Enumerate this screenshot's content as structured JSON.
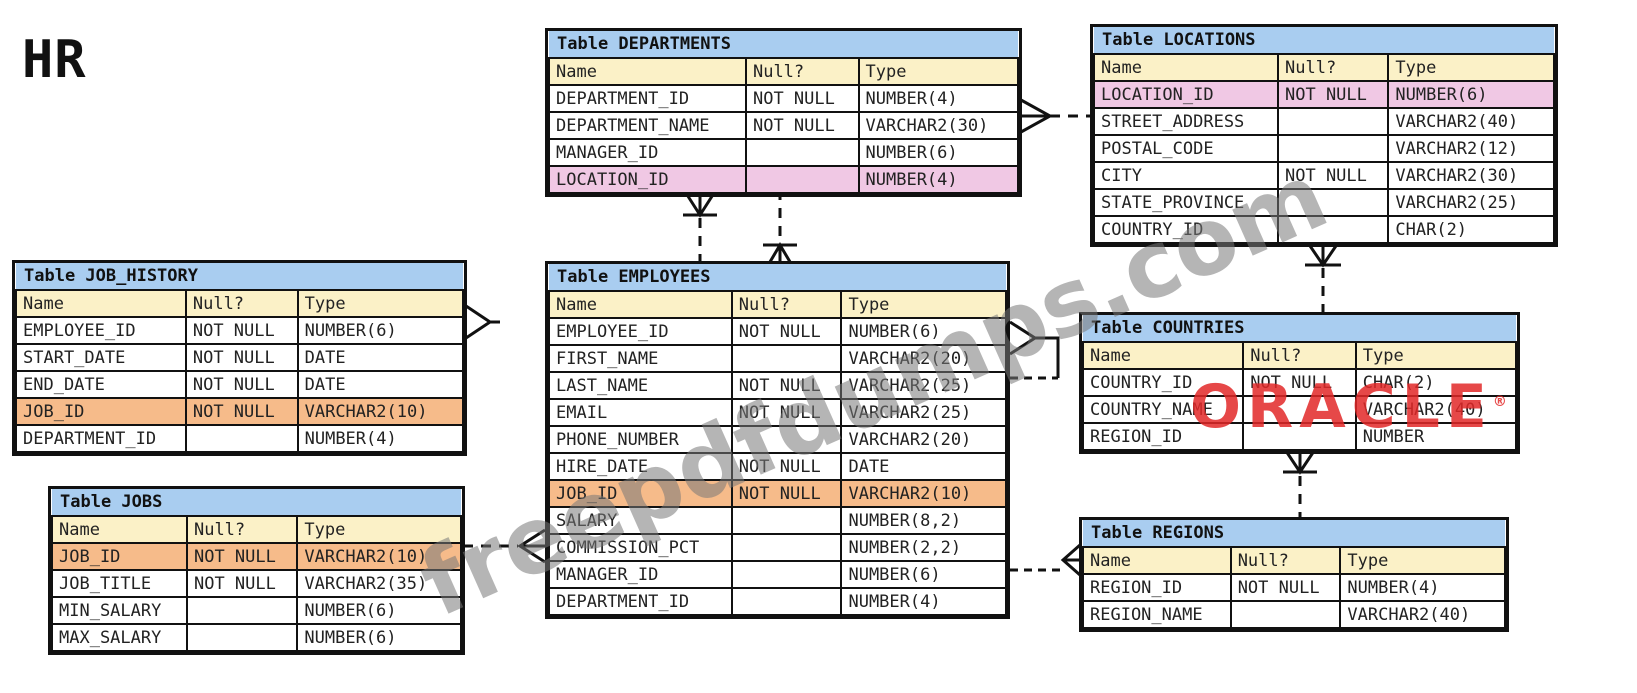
{
  "title": "HR",
  "columns": [
    "Name",
    "Null?",
    "Type"
  ],
  "tables": [
    {
      "id": "departments",
      "caption": "Table DEPARTMENTS",
      "rows": [
        {
          "name": "DEPARTMENT_ID",
          "null": "NOT NULL",
          "type": "NUMBER(4)",
          "hl": ""
        },
        {
          "name": "DEPARTMENT_NAME",
          "null": "NOT NULL",
          "type": "VARCHAR2(30)",
          "hl": ""
        },
        {
          "name": "MANAGER_ID",
          "null": "",
          "type": "NUMBER(6)",
          "hl": ""
        },
        {
          "name": "LOCATION_ID",
          "null": "",
          "type": "NUMBER(4)",
          "hl": "pink"
        }
      ]
    },
    {
      "id": "locations",
      "caption": "Table LOCATIONS",
      "rows": [
        {
          "name": "LOCATION_ID",
          "null": "NOT NULL",
          "type": "NUMBER(6)",
          "hl": "pink"
        },
        {
          "name": "STREET_ADDRESS",
          "null": "",
          "type": "VARCHAR2(40)",
          "hl": ""
        },
        {
          "name": "POSTAL_CODE",
          "null": "",
          "type": "VARCHAR2(12)",
          "hl": ""
        },
        {
          "name": "CITY",
          "null": "NOT NULL",
          "type": "VARCHAR2(30)",
          "hl": ""
        },
        {
          "name": "STATE_PROVINCE",
          "null": "",
          "type": "VARCHAR2(25)",
          "hl": ""
        },
        {
          "name": "COUNTRY_ID",
          "null": "",
          "type": "CHAR(2)",
          "hl": ""
        }
      ]
    },
    {
      "id": "job_history",
      "caption": "Table JOB_HISTORY",
      "rows": [
        {
          "name": "EMPLOYEE_ID",
          "null": "NOT NULL",
          "type": "NUMBER(6)",
          "hl": ""
        },
        {
          "name": "START_DATE",
          "null": "NOT NULL",
          "type": "DATE",
          "hl": ""
        },
        {
          "name": "END_DATE",
          "null": "NOT NULL",
          "type": "DATE",
          "hl": ""
        },
        {
          "name": "JOB_ID",
          "null": "NOT NULL",
          "type": "VARCHAR2(10)",
          "hl": "orange"
        },
        {
          "name": "DEPARTMENT_ID",
          "null": "",
          "type": "NUMBER(4)",
          "hl": ""
        }
      ]
    },
    {
      "id": "employees",
      "caption": "Table EMPLOYEES",
      "rows": [
        {
          "name": "EMPLOYEE_ID",
          "null": "NOT NULL",
          "type": "NUMBER(6)",
          "hl": ""
        },
        {
          "name": "FIRST_NAME",
          "null": "",
          "type": "VARCHAR2(20)",
          "hl": ""
        },
        {
          "name": "LAST_NAME",
          "null": "NOT NULL",
          "type": "VARCHAR2(25)",
          "hl": ""
        },
        {
          "name": "EMAIL",
          "null": "NOT NULL",
          "type": "VARCHAR2(25)",
          "hl": ""
        },
        {
          "name": "PHONE_NUMBER",
          "null": "",
          "type": "VARCHAR2(20)",
          "hl": ""
        },
        {
          "name": "HIRE_DATE",
          "null": "NOT NULL",
          "type": "DATE",
          "hl": ""
        },
        {
          "name": "JOB_ID",
          "null": "NOT NULL",
          "type": "VARCHAR2(10)",
          "hl": "orange"
        },
        {
          "name": "SALARY",
          "null": "",
          "type": "NUMBER(8,2)",
          "hl": ""
        },
        {
          "name": "COMMISSION_PCT",
          "null": "",
          "type": "NUMBER(2,2)",
          "hl": ""
        },
        {
          "name": "MANAGER_ID",
          "null": "",
          "type": "NUMBER(6)",
          "hl": ""
        },
        {
          "name": "DEPARTMENT_ID",
          "null": "",
          "type": "NUMBER(4)",
          "hl": ""
        }
      ]
    },
    {
      "id": "countries",
      "caption": "Table COUNTRIES",
      "rows": [
        {
          "name": "COUNTRY_ID",
          "null": "NOT NULL",
          "type": "CHAR(2)",
          "hl": ""
        },
        {
          "name": "COUNTRY_NAME",
          "null": "",
          "type": "VARCHAR2(40)",
          "hl": ""
        },
        {
          "name": "REGION_ID",
          "null": "",
          "type": "NUMBER",
          "hl": ""
        }
      ]
    },
    {
      "id": "jobs",
      "caption": "Table JOBS",
      "rows": [
        {
          "name": "JOB_ID",
          "null": "NOT NULL",
          "type": "VARCHAR2(10)",
          "hl": "orange"
        },
        {
          "name": "JOB_TITLE",
          "null": "NOT NULL",
          "type": "VARCHAR2(35)",
          "hl": ""
        },
        {
          "name": "MIN_SALARY",
          "null": "",
          "type": "NUMBER(6)",
          "hl": ""
        },
        {
          "name": "MAX_SALARY",
          "null": "",
          "type": "NUMBER(6)",
          "hl": ""
        }
      ]
    },
    {
      "id": "regions",
      "caption": "Table REGIONS",
      "rows": [
        {
          "name": "REGION_ID",
          "null": "NOT NULL",
          "type": "NUMBER(4)",
          "hl": ""
        },
        {
          "name": "REGION_NAME",
          "null": "",
          "type": "VARCHAR2(40)",
          "hl": ""
        }
      ]
    }
  ],
  "watermarks": {
    "site": "freepdfdumps.com",
    "logo": "ORACLE",
    "logo_mark": "®"
  },
  "colors": {
    "caption": "#a9cdf0",
    "header": "#fbf1c7",
    "pink": "#f0c8e4",
    "orange": "#f6bb8a"
  }
}
